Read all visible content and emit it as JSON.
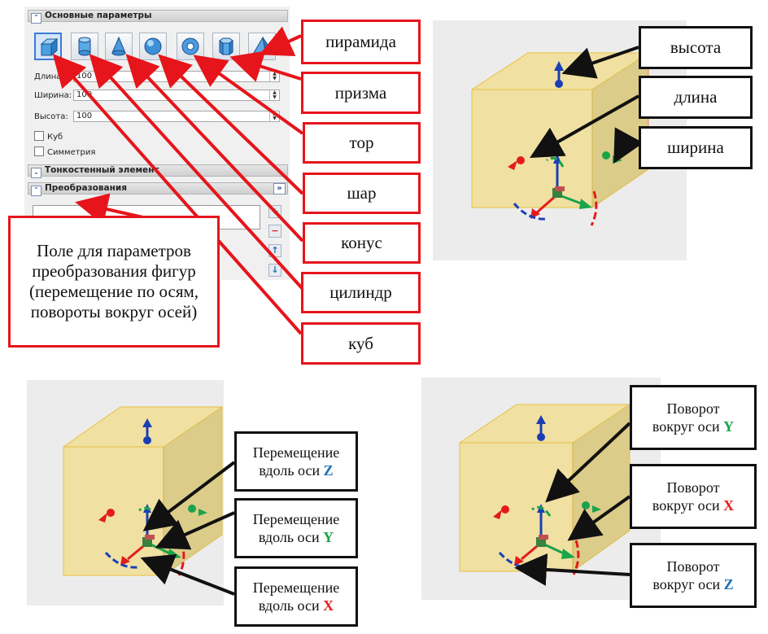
{
  "panel": {
    "section_basic": "Основные параметры",
    "params": [
      {
        "label": "Длина:",
        "value": "100"
      },
      {
        "label": "Ширина:",
        "value": "100"
      },
      {
        "label": "Высота:",
        "value": "100"
      }
    ],
    "checkboxes": [
      "Куб",
      "Симметрия"
    ],
    "section_thinwall": "Тонкостенный элемент",
    "section_transform": "Преобразования",
    "expand_glyph": "»"
  },
  "labels": {
    "pyramid": "пирамида",
    "prism": "призма",
    "torus": "тор",
    "sphere": "шар",
    "cone": "конус",
    "cylinder": "цилиндр",
    "cube": "куб",
    "transform_field": "Поле для параметров преобразования фигур (перемещение по осям, повороты вокруг осей)",
    "height": "высота",
    "length": "длина",
    "width": "ширина"
  },
  "move": {
    "prefix_line1": "Перемещение",
    "prefix_line2": "вдоль оси",
    "z": "Z",
    "y": "Y",
    "x": "X"
  },
  "rotate": {
    "prefix_line1": "Поворот",
    "prefix_line2": "вокруг оси",
    "y": "Y",
    "x": "X",
    "z": "Z"
  },
  "colors": {
    "red_frame": "#e6151b",
    "axis_x": "#e31b1b",
    "axis_y": "#1aa34a",
    "axis_z": "#1d6fb8",
    "cube_fill": "#f2dc8a"
  }
}
